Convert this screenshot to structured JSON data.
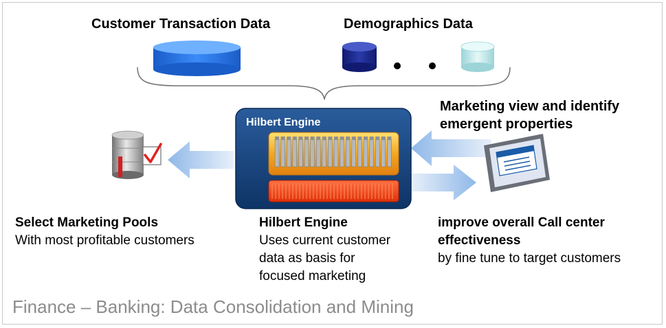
{
  "top_labels": {
    "customer_transaction": "Customer Transaction Data",
    "demographics": "Demographics Data"
  },
  "engine": {
    "box_label": "Hilbert Engine",
    "title": "Hilbert Engine",
    "desc_line1": "Uses current customer",
    "desc_line2": "data as basis for",
    "desc_line3": "focused marketing"
  },
  "left_block": {
    "title": "Select Marketing Pools",
    "desc": "With most profitable customers"
  },
  "right_top": {
    "line1": "Marketing view and identify",
    "line2": "emergent properties"
  },
  "right_bottom": {
    "title_line1": "improve overall Call center",
    "title_line2": "effectiveness",
    "desc": "by fine tune to target customers"
  },
  "footer": "Finance – Banking: Data Consolidation and Mining",
  "icons": {
    "customer_db": "database-cylinder-icon",
    "demo_db_dark": "database-cylinder-icon",
    "demo_db_light": "database-cylinder-icon",
    "marketing_pool": "database-checkmark-icon",
    "monitor": "monitor-screen-icon"
  },
  "colors": {
    "engine_bg": "#1a4a8a",
    "customer_db": "#1f6fe0",
    "demo_dark": "#1a2a8a",
    "demo_light": "#c8ecee",
    "arrow": "#a9c8ec",
    "orange": "#f0a020",
    "red": "#f04010"
  }
}
